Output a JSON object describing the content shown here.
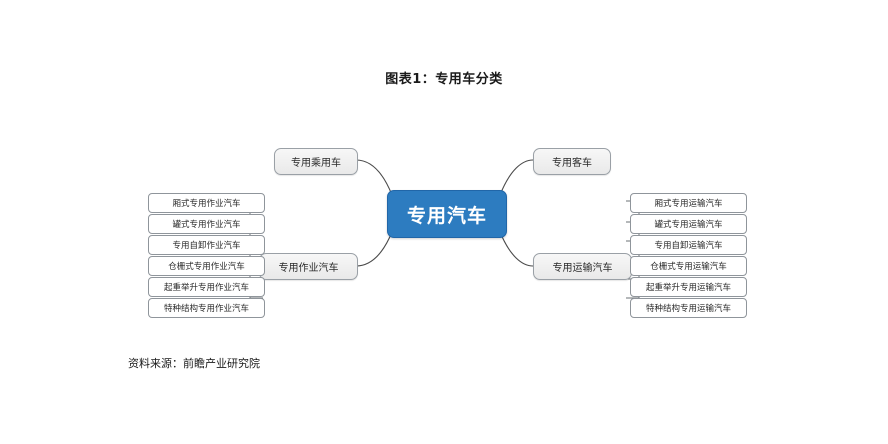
{
  "title": "图表1：专用车分类",
  "source": "资料来源：前瞻产业研究院",
  "center": {
    "label": "专用汽车",
    "color": "#2d7cc0",
    "text_color": "#ffffff"
  },
  "branches": {
    "top_left": {
      "label": "专用乘用车"
    },
    "top_right": {
      "label": "专用客车"
    },
    "bottom_left": {
      "label": "专用作业汽车"
    },
    "bottom_right": {
      "label": "专用运输汽车"
    }
  },
  "work_vehicle_leaves": [
    {
      "label": "厢式专用作业汽车"
    },
    {
      "label": "罐式专用作业汽车"
    },
    {
      "label": "专用自卸作业汽车"
    },
    {
      "label": "仓栅式专用作业汽车"
    },
    {
      "label": "起重举升专用作业汽车"
    },
    {
      "label": "特种结构专用作业汽车"
    }
  ],
  "transport_vehicle_leaves": [
    {
      "label": "厢式专用运输汽车"
    },
    {
      "label": "罐式专用运输汽车"
    },
    {
      "label": "专用自卸运输汽车"
    },
    {
      "label": "仓栅式专用运输汽车"
    },
    {
      "label": "起重举升专用运输汽车"
    },
    {
      "label": "特种结构专用运输汽车"
    }
  ],
  "colors": {
    "accent": "#2d7cc0",
    "node_border": "#9aa0a6",
    "connector": "#4a4a4a",
    "leaf_border": "#8f959b"
  }
}
